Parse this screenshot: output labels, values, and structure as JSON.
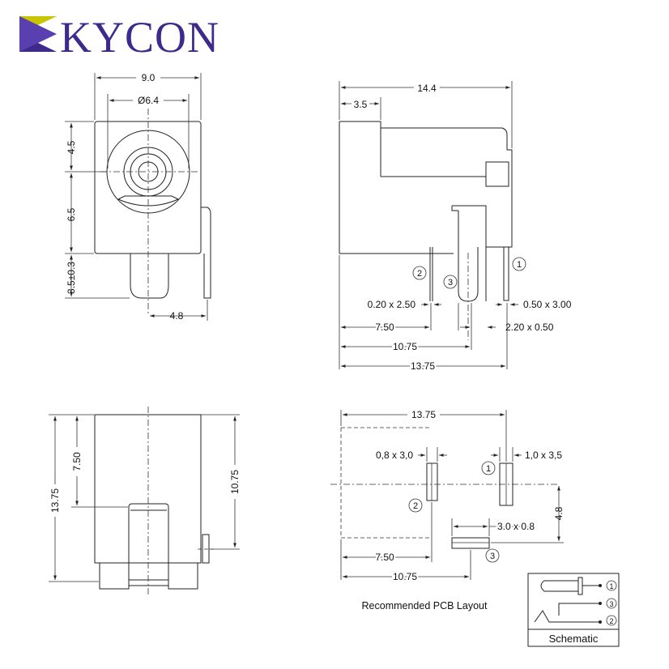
{
  "brand": {
    "name": "KYCON",
    "color": "#3d2a8c",
    "accent": "#c8c400"
  },
  "front_view": {
    "width": "9.0",
    "bore": "Ø6.4",
    "height_top": "4.5",
    "height_mid": "6.5",
    "pin_len": "3.5±0.3",
    "pin_offset": "4.8"
  },
  "side_view": {
    "length": "14.4",
    "front": "3.5",
    "pin1": "1",
    "pin2": "2",
    "pin3": "3",
    "pin2_size": "0.20 x 2.50",
    "pin1_size": "0.50 x 3.00",
    "pin3_size": "2.20 x 0.50",
    "dist_pin2": "7.50",
    "dist_pin3": "10.75",
    "dist_pin1": "13.75"
  },
  "bottom_view": {
    "total": "13.75",
    "pin2": "7.50",
    "pin3": "10.75"
  },
  "pcb": {
    "width": "13.75",
    "pin2_pad": "0,8 x 3,0",
    "pin1_pad": "1,0 x 3,5",
    "pin3_pad": "3.0 x 0.8",
    "offset": "4.8",
    "dist_pin2": "7.50",
    "dist_pin3": "10.75",
    "pin1": "1",
    "pin2": "2",
    "pin3": "3",
    "caption": "Recommended PCB Layout"
  },
  "schematic": {
    "pin1": "1",
    "pin3": "3",
    "pin2": "2",
    "label": "Schematic"
  }
}
